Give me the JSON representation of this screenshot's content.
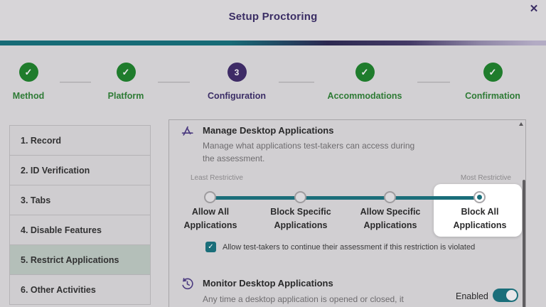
{
  "dialog": {
    "title": "Setup Proctoring",
    "close_glyph": "✕"
  },
  "stepper": {
    "check_glyph": "✓",
    "steps": [
      {
        "label": "Method",
        "state": "complete"
      },
      {
        "label": "Platform",
        "state": "complete"
      },
      {
        "label": "Configuration",
        "state": "current",
        "number": "3"
      },
      {
        "label": "Accommodations",
        "state": "complete"
      },
      {
        "label": "Confirmation",
        "state": "complete"
      }
    ]
  },
  "sidebar": {
    "items": [
      {
        "label": "1. Record",
        "selected": false
      },
      {
        "label": "2. ID Verification",
        "selected": false
      },
      {
        "label": "3. Tabs",
        "selected": false
      },
      {
        "label": "4. Disable Features",
        "selected": false
      },
      {
        "label": "5. Restrict Applications",
        "selected": true
      },
      {
        "label": "6. Other Activities",
        "selected": false
      }
    ]
  },
  "manage_section": {
    "title": "Manage Desktop Applications",
    "description_line1": "Manage what applications test-takers can access during",
    "description_line2": "the assessment.",
    "slider": {
      "left_label": "Least Restrictive",
      "right_label": "Most Restrictive",
      "options": [
        {
          "line1": "Allow All",
          "line2": "Applications",
          "selected": false
        },
        {
          "line1": "Block Specific",
          "line2": "Applications",
          "selected": false
        },
        {
          "line1": "Allow Specific",
          "line2": "Applications",
          "selected": false
        },
        {
          "line1": "Block All",
          "line2": "Applications",
          "selected": true,
          "highlighted": true
        }
      ]
    },
    "checkbox": {
      "checked": true,
      "check_glyph": "✓",
      "label": "Allow test-takers to continue their assessment if this restriction is violated"
    }
  },
  "monitor_section": {
    "title": "Monitor Desktop Applications",
    "description": "Any time a desktop application is opened or closed, it",
    "toggle_label": "Enabled",
    "toggle_state": "on"
  },
  "colors": {
    "accent_teal": "#1a6e7a",
    "step_green": "#1f7c2c",
    "step_purple": "#3e2b66",
    "title_purple": "#3a2d64",
    "selected_sidebar": "#b4bfb9",
    "spotlight_white": "#ffffff"
  }
}
